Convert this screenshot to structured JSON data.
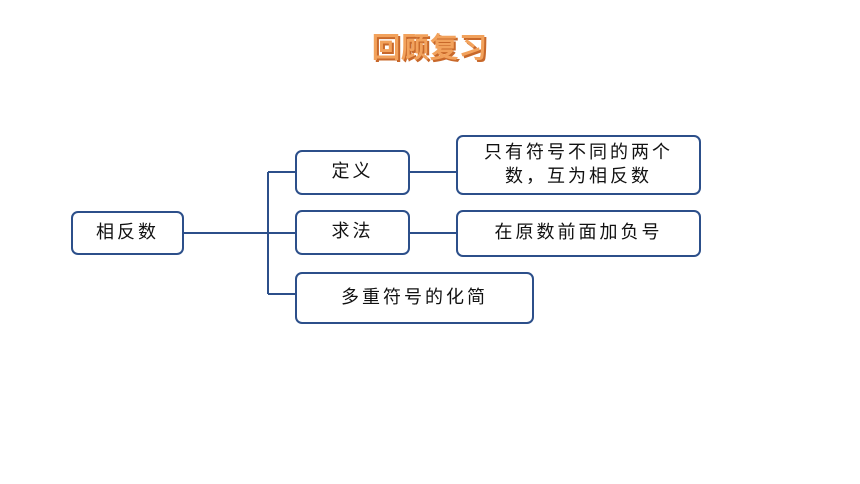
{
  "title": "回顾复习",
  "diagram": {
    "root": "相反数",
    "branches": {
      "definition": {
        "label": "定义",
        "detail_line1": "只有符号不同的两个",
        "detail_line2": "数，互为相反数"
      },
      "method": {
        "label": "求法",
        "detail": "在原数前面加负号"
      },
      "simplify": {
        "label": "多重符号的化简"
      }
    }
  },
  "colors": {
    "box_border": "#2c4f8a",
    "title_fill": "#f2a25c",
    "title_shadow": "#c8682a"
  }
}
